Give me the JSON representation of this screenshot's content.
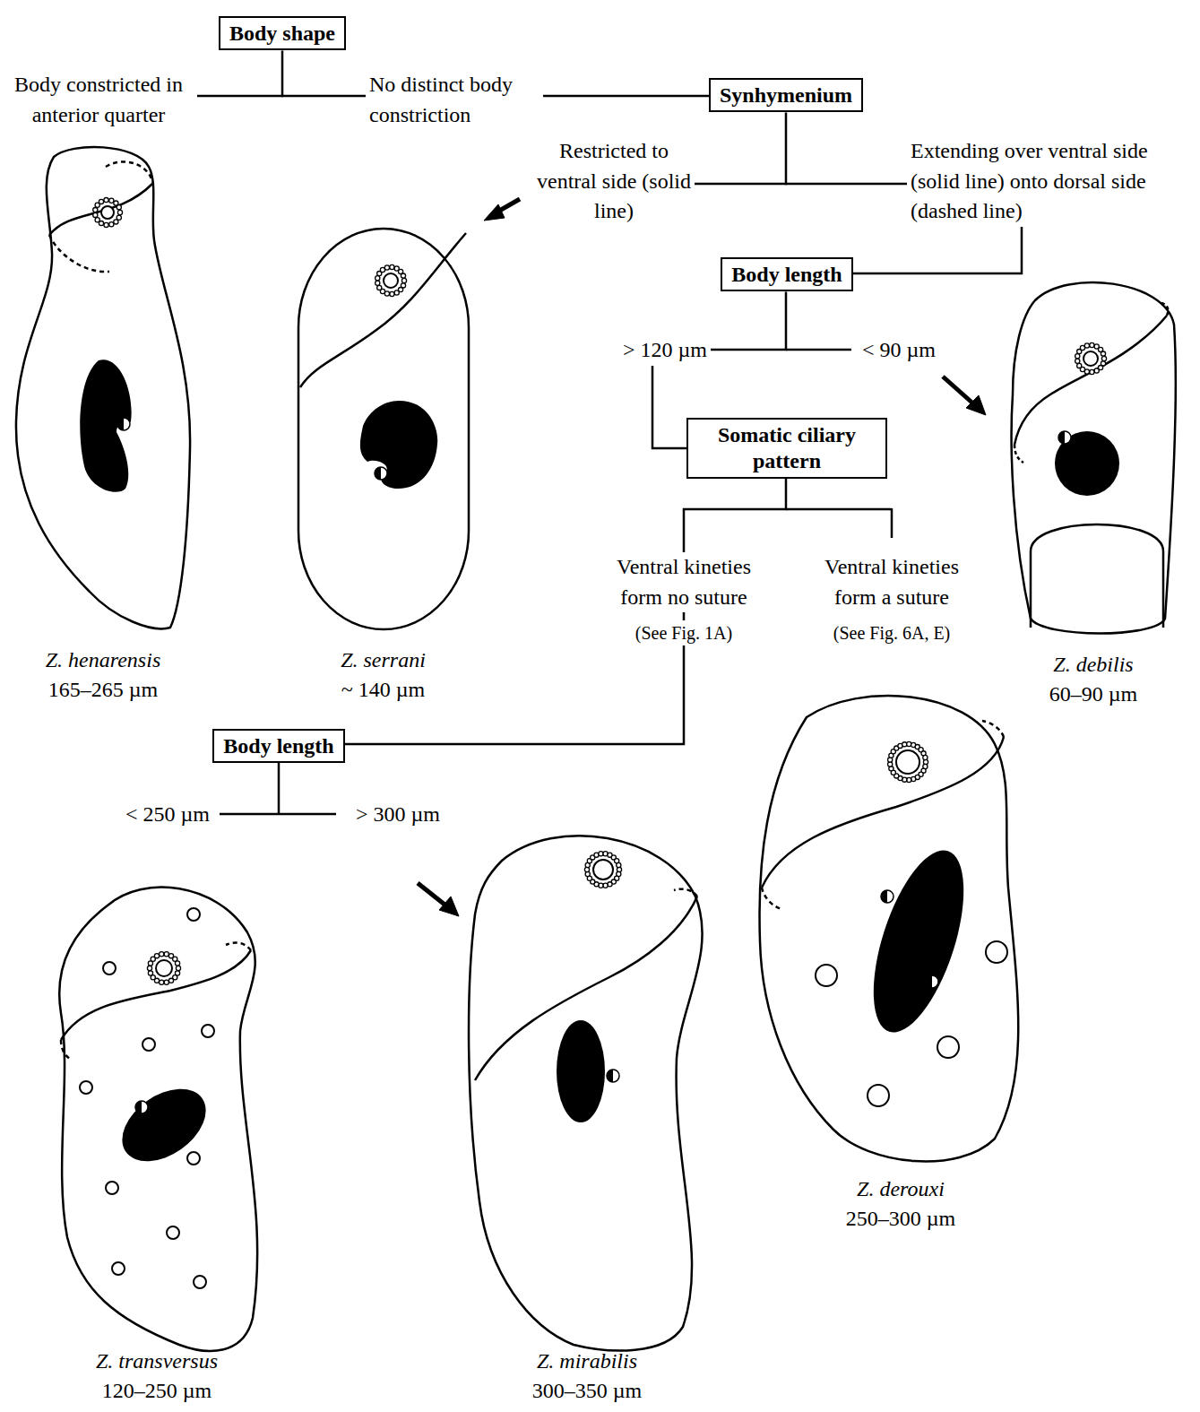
{
  "diagram": {
    "nodes": [
      {
        "text": [
          "Body shape"
        ]
      },
      {
        "text": [
          "Synhymenium"
        ]
      },
      {
        "text": [
          "Body length"
        ]
      },
      {
        "text": [
          "Somatic ciliary pattern"
        ]
      },
      {
        "text": [
          "Body length"
        ]
      },
      {
        "text": [
          "Z. henarensis",
          "165–265 µm"
        ]
      },
      {
        "text": [
          "Z. serrani",
          "~ 140 µm"
        ]
      },
      {
        "text": [
          "Z. debilis",
          "60–90 µm"
        ]
      },
      {
        "text": [
          "Z. transversus",
          "120–250 µm"
        ]
      },
      {
        "text": [
          "Z. mirabilis",
          "300–350 µm"
        ]
      },
      {
        "text": [
          "Z. derouxi",
          "250–300 µm"
        ]
      }
    ],
    "edges": [
      {
        "from": 0,
        "to": 1,
        "arrow": "none"
      },
      {
        "from": 1,
        "to": 2,
        "arrow": "none"
      },
      {
        "from": 2,
        "to": 3,
        "arrow": "none"
      },
      {
        "from": 3,
        "to": 4,
        "arrow": "none"
      }
    ],
    "labels": [
      "Body constricted in anterior quarter",
      "No distinct body constriction",
      "Restricted to ventral side (solid line)",
      "Extending over ventral side (solid line) onto dorsal side (dashed line)",
      "> 120 µm",
      "< 90 µm",
      "Ventral kineties form no suture",
      "(See Fig. 1A)",
      "Ventral kineties form a suture",
      "(See Fig. 6A, E)",
      "< 250 µm",
      "> 300 µm"
    ]
  }
}
